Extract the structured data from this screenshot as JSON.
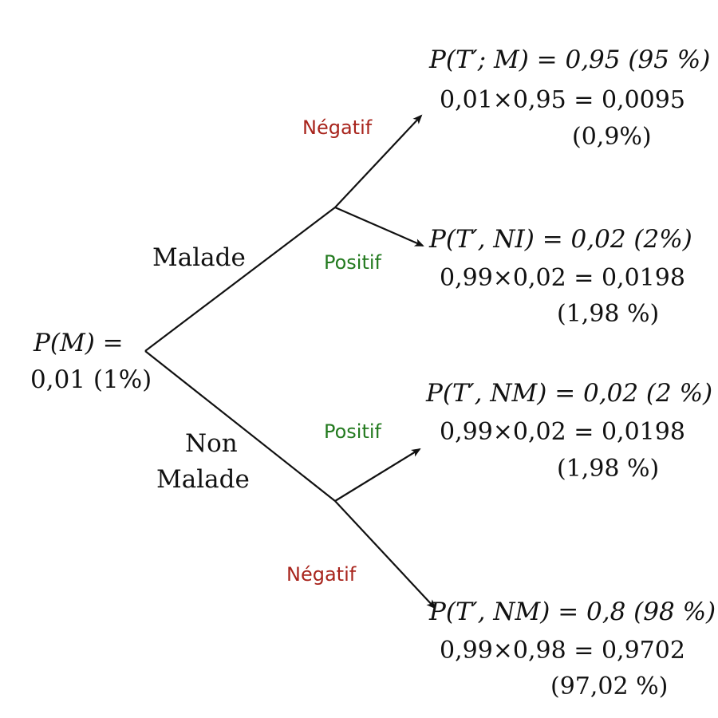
{
  "root": {
    "line1": "P(M) =",
    "line2": "0,01 (1%)"
  },
  "branches": {
    "malade": "Malade",
    "non_malade_1": "Non",
    "non_malade_2": "Malade"
  },
  "edges": {
    "negatif_top": "Négatif",
    "positif_top": "Positif",
    "positif_bottom": "Positif",
    "negatif_bottom": "Négatif"
  },
  "leaves": [
    {
      "prob": "P(T′; M) = 0,95 (95 %)",
      "calc": "0,01×0,95 = 0,0095",
      "pct": "(0,9%)"
    },
    {
      "prob": "P(T′, NI) = 0,02 (2%)",
      "calc": "0,99×0,02 = 0,0198",
      "pct": "(1,98 %)"
    },
    {
      "prob": "P(T′, NM) = 0,02 (2 %)",
      "calc": "0,99×0,02 = 0,0198",
      "pct": "(1,98 %)"
    },
    {
      "prob": "P(T′, NM) = 0,8 (98 %)",
      "calc": "0,99×0,98 = 0,9702",
      "pct": "(97,02 %)"
    }
  ],
  "colors": {
    "negatif": "#a8241c",
    "positif": "#237a1f",
    "line": "#111111"
  }
}
